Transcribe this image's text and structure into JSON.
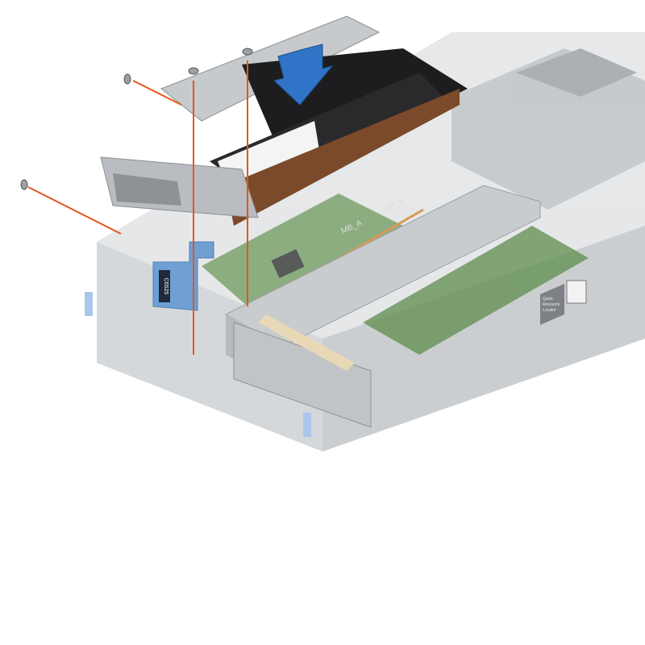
{
  "illustration": {
    "riser_label": "C6525",
    "slot_labels": [
      "MB_A",
      "MB_B"
    ],
    "qrl_label": [
      "Quick",
      "Resource",
      "Locator"
    ]
  },
  "colors": {
    "chassis": "#d4d7da",
    "chassis_dark": "#a9adb1",
    "card": "#1d1d20",
    "pcb": "#5e8d4c",
    "tab_blue": "#6f9fd3",
    "arrow_blue": "#2f74c7",
    "guide_line": "#e2571f"
  }
}
